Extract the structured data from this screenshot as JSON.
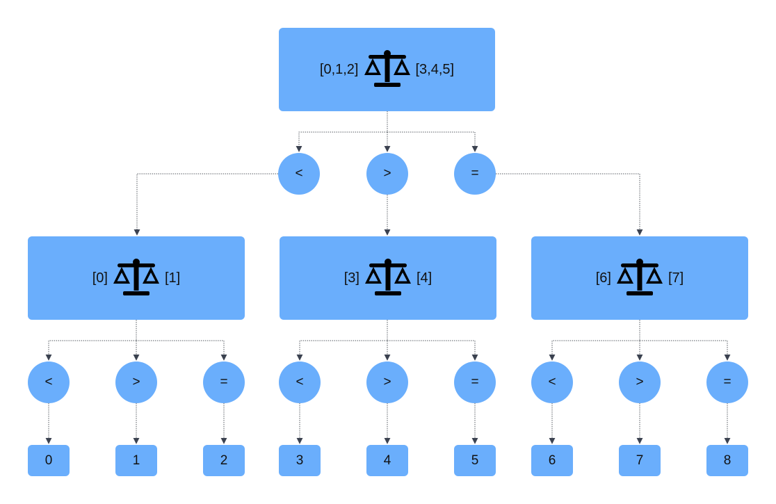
{
  "colors": {
    "node_fill": "#6aaefc",
    "connector": "#555a60",
    "arrow": "#3b4250",
    "text": "#111111"
  },
  "icon": "balance-scale-icon",
  "root": {
    "left": "[0,1,2]",
    "right": "[3,4,5]",
    "outcomes": [
      "<",
      ">",
      "="
    ]
  },
  "subtrees": [
    {
      "left": "[0]",
      "right": "[1]",
      "outcomes": [
        "<",
        ">",
        "="
      ],
      "results": [
        "0",
        "1",
        "2"
      ]
    },
    {
      "left": "[3]",
      "right": "[4]",
      "outcomes": [
        "<",
        ">",
        "="
      ],
      "results": [
        "3",
        "4",
        "5"
      ]
    },
    {
      "left": "[6]",
      "right": "[7]",
      "outcomes": [
        "<",
        ">",
        "="
      ],
      "results": [
        "6",
        "7",
        "8"
      ]
    }
  ]
}
